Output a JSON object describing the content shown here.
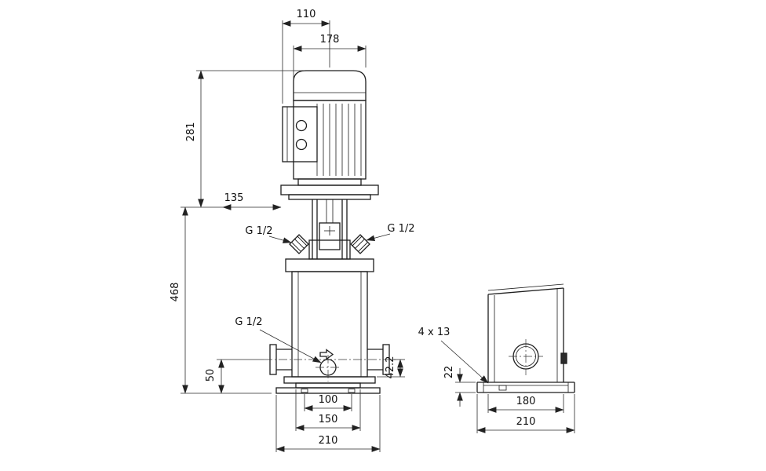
{
  "front_view": {
    "dim_top_width": "110",
    "dim_motor_width": "178",
    "dim_motor_height": "281",
    "dim_head_length": "135",
    "dim_pump_height": "468",
    "port_top_left": "G 1/2",
    "port_top_right": "G 1/2",
    "port_drain": "G 1/2",
    "dim_port_center_height": "50",
    "dim_port_face_height": "42.2",
    "dim_bolt_spacing": "100",
    "dim_foot_width": "150",
    "dim_base_width": "210"
  },
  "side_view": {
    "bolt_holes": "4 x 13",
    "dim_base_height": "22",
    "dim_casing_width": "180",
    "dim_base_width": "210"
  }
}
